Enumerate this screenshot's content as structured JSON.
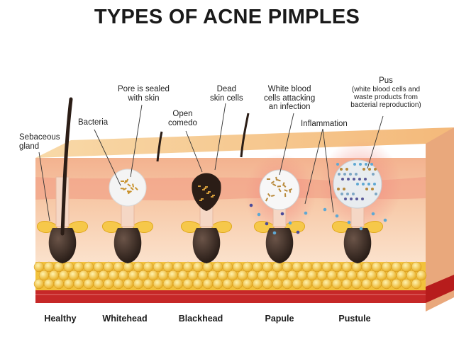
{
  "title": "TYPES OF ACNE PIMPLES",
  "labels": {
    "sebaceous_gland": [
      "Sebaceous",
      "gland"
    ],
    "bacteria": [
      "Bacteria"
    ],
    "pore_sealed": [
      "Pore is sealed",
      "with skin"
    ],
    "open_comedo": [
      "Open",
      "comedo"
    ],
    "dead_skin": [
      "Dead",
      "skin cells"
    ],
    "white_blood": [
      "White blood",
      "cells attacking",
      "an infection"
    ],
    "inflammation": [
      "Inflammation"
    ],
    "pus": [
      "Pus"
    ],
    "pus_detail": [
      "(white blood cells and",
      "waste products from",
      "bacterial reproduction)"
    ]
  },
  "stages": [
    "Healthy",
    "Whitehead",
    "Blackhead",
    "Papule",
    "Pustule"
  ],
  "colors": {
    "skin_top": "#f6cf9d",
    "epidermis": "#f2b08a",
    "dermis": "#fbe6d4",
    "fat": "#f1c232",
    "muscle": "#c62828",
    "hair": "#2b1d16",
    "inflammation": "#f4a6a0"
  }
}
